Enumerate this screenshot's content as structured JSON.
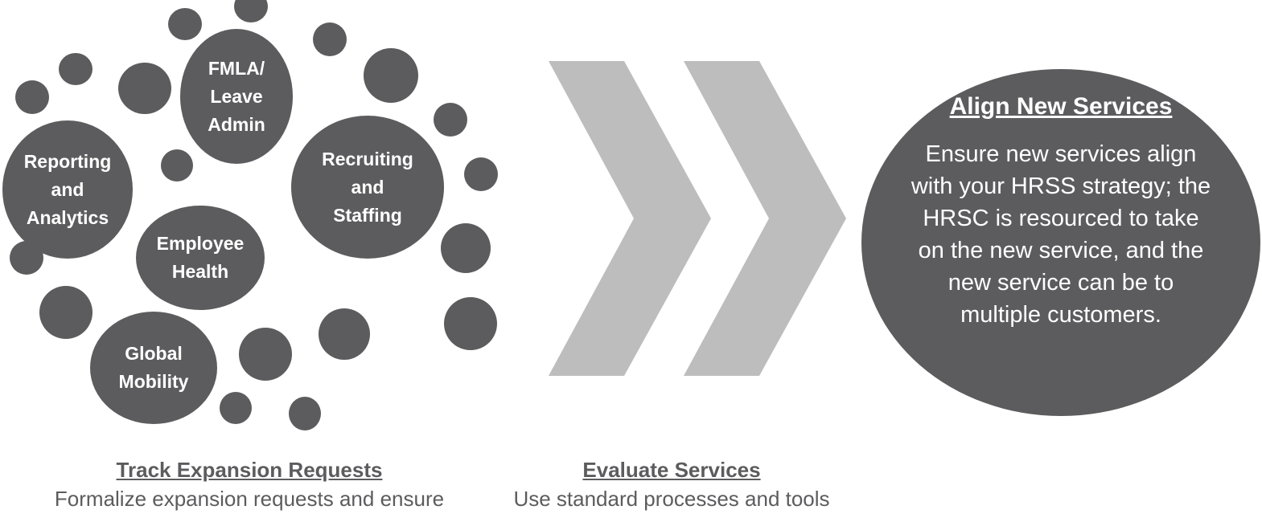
{
  "bubbles": {
    "fmla": [
      "FMLA/",
      "Leave",
      "Admin"
    ],
    "reporting": [
      "Reporting",
      "and",
      "Analytics"
    ],
    "recruiting": [
      "Recruiting",
      "and",
      "Staffing"
    ],
    "employee_health": [
      "Employee",
      "Health"
    ],
    "global_mobility": [
      "Global",
      "Mobility"
    ]
  },
  "align": {
    "title": "Align New Services",
    "body": "Ensure new services align with your HRSS strategy; the HRSC is resourced to take on the new service, and the new service can be to multiple customers."
  },
  "track": {
    "title": "Track Expansion Requests",
    "body": "Formalize expansion requests and ensure"
  },
  "evaluate": {
    "title": "Evaluate Services",
    "body": "Use standard processes and tools"
  },
  "colors": {
    "circle": "#5c5c5e",
    "chevron": "#bdbdbd",
    "text_light": "#ffffff"
  }
}
